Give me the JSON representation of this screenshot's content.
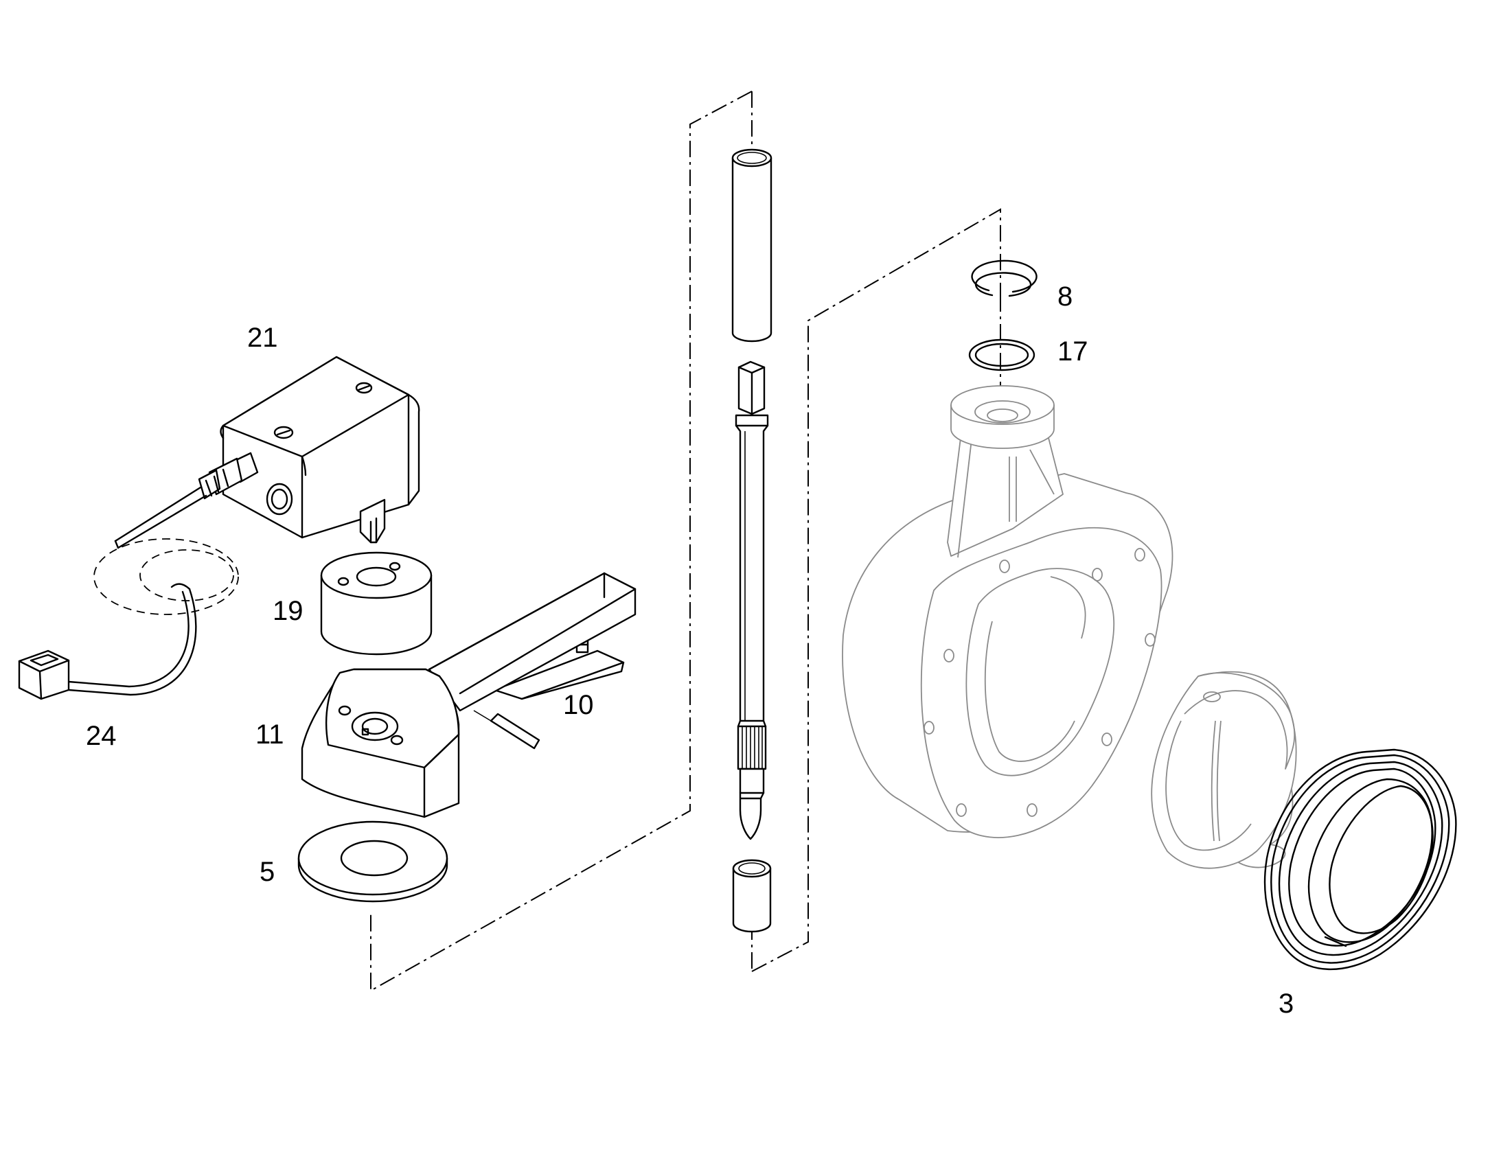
{
  "diagram": {
    "type": "exploded-parts-view",
    "line_color": "#000000",
    "body_line_color": "#8a8a8a",
    "part_labels": {
      "p21": "21",
      "p24": "24",
      "p19": "19",
      "p11": "11",
      "p10": "10",
      "p5": "5",
      "p8": "8",
      "p17": "17",
      "p3": "3"
    }
  }
}
